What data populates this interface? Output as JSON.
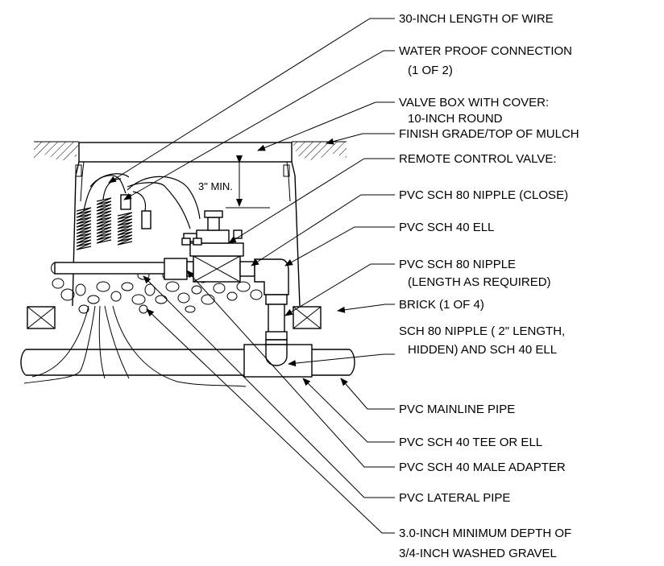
{
  "dimension": "3\" MIN.",
  "labels": {
    "wire": "30-INCH LENGTH OF WIRE",
    "waterproof_1": "WATER PROOF CONNECTION",
    "waterproof_2": "(1 OF 2)",
    "valve_box_1": "VALVE BOX WITH COVER:",
    "valve_box_2": "10-INCH ROUND",
    "finish_grade": "FINISH GRADE/TOP OF MULCH",
    "remote_valve": "REMOTE CONTROL VALVE:",
    "sch80_close": "PVC SCH 80 NIPPLE (CLOSE)",
    "sch40_ell": "PVC SCH 40 ELL",
    "sch80_nipple_1": "PVC SCH 80 NIPPLE",
    "sch80_nipple_2": "(LENGTH AS REQUIRED)",
    "brick": "BRICK (1 OF 4)",
    "sch80_2in_1": "SCH 80 NIPPLE ( 2\" LENGTH,",
    "sch80_2in_2": "HIDDEN) AND SCH 40 ELL",
    "mainline": "PVC MAINLINE PIPE",
    "tee_ell": "PVC SCH 40 TEE OR ELL",
    "male_adapter": "PVC SCH 40 MALE ADAPTER",
    "lateral": "PVC LATERAL PIPE",
    "gravel_1": "3.0-INCH MINIMUM DEPTH OF",
    "gravel_2": "3/4-INCH WASHED GRAVEL"
  }
}
